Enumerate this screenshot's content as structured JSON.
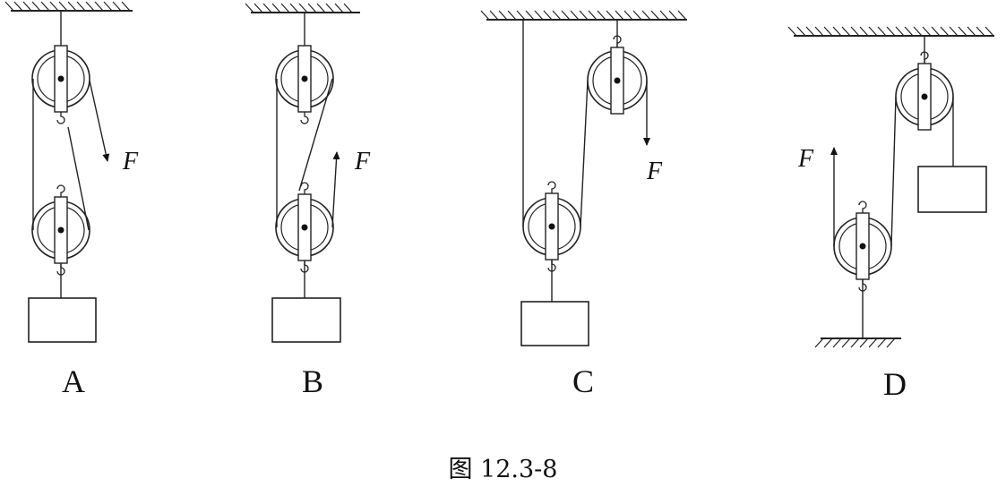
{
  "panels": [
    {
      "label": "A",
      "force": "F"
    },
    {
      "label": "B",
      "force": "F"
    },
    {
      "label": "C",
      "force": "F"
    },
    {
      "label": "D",
      "force": "F"
    }
  ],
  "caption": "图 12.3-8"
}
